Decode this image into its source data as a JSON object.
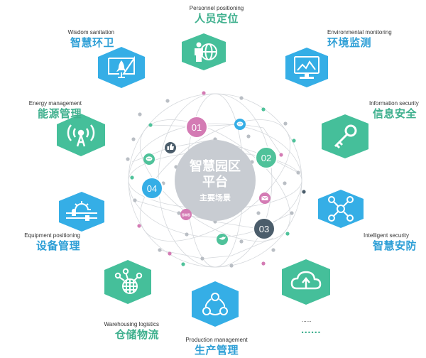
{
  "colors": {
    "teal": "#45bf9a",
    "blue": "#35aee6",
    "center": "#c8ccd2",
    "pink": "#d47bb4",
    "dark": "#4b5d6b",
    "node_green": "#4fc29a",
    "node_gray": "#b9bec4",
    "line": "#d5d8dc",
    "text_green": "#3fb08e",
    "text_blue": "#2e9fd6"
  },
  "center": {
    "title_line1": "智慧园区",
    "title_line2": "平台",
    "subtitle": "主要场景"
  },
  "numbers": [
    "01",
    "02",
    "03",
    "04"
  ],
  "sms_label": "SMS",
  "scenes": [
    {
      "id": "personnel",
      "en": "Personnel positioning",
      "cn": "人员定位",
      "color": "teal",
      "icon": "person-globe-icon"
    },
    {
      "id": "environment",
      "en": "Environmental monitoring",
      "cn": "环境监测",
      "color": "blue",
      "icon": "monitor-chart-icon"
    },
    {
      "id": "infosec",
      "en": "Information security",
      "cn": "信息安全",
      "color": "teal",
      "icon": "key-icon"
    },
    {
      "id": "intelligent-security",
      "en": "Intelligent security",
      "cn": "智慧安防",
      "color": "blue",
      "icon": "network-nodes-icon"
    },
    {
      "id": "more",
      "en": "......",
      "cn": "......",
      "color": "teal",
      "icon": "cloud-upload-icon"
    },
    {
      "id": "production",
      "en": "Production management",
      "cn": "生产管理",
      "color": "blue",
      "icon": "cycle-nodes-icon"
    },
    {
      "id": "warehousing",
      "en": "Warehousing logistics",
      "cn": "仓储物流",
      "color": "teal",
      "icon": "globe-network-icon"
    },
    {
      "id": "equipment",
      "en": "Equipment positioning",
      "cn": "设备管理",
      "color": "blue",
      "icon": "gear-sliders-icon"
    },
    {
      "id": "energy",
      "en": "Energy management",
      "cn": "能源管理",
      "color": "teal",
      "icon": "antenna-icon"
    },
    {
      "id": "sanitation",
      "en": "Wisdom sanitation",
      "cn": "智慧环卫",
      "color": "blue",
      "icon": "rocket-screen-icon"
    }
  ]
}
